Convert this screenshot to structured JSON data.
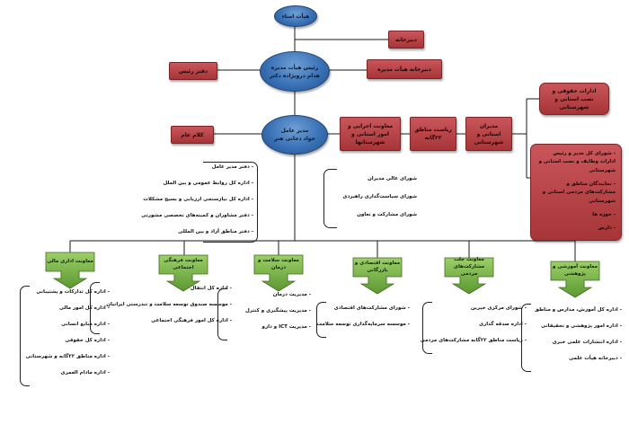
{
  "top": {
    "board_label": "هیأت امناء",
    "president_label": "رئیس هیأت مدیره",
    "president_name": "هدام درویژاده دکتر",
    "ceo_label": "مدیر عامل",
    "ceo_name": "جواد دجانی هنر"
  },
  "side_boxes": {
    "secretariat": "دبیرخانه",
    "board_secretariat": "دبیرخانه هیأت مدیره",
    "president_office": "دفتر رئیس",
    "ceo_office": "کلام عام",
    "exec_deputy": "معاونت اجرایی و امور استانی و شهرستانها",
    "sports_deputy": "ریاست مناطق ۲۲گانه",
    "provincial_admins": "مدیران استانی و شهرستانی",
    "top_right": "ادارات حقوقی و نصب استانی و شهرستانی",
    "large_right": [
      "- شورای کل مدیر و رئیس ادارات وظایف و نصب استانی و شهرستانی",
      "- نمایندگان مناطق و مشارکت‌های مردمی استانی و شهرستانی",
      "- حوزه ها",
      "- دارس"
    ]
  },
  "ceo_offices_list": [
    "- دفتر مدیر عامل",
    "- اداره کل روابط عمومی و بین الملل",
    "- اداره کل نیازسنجی ارزیابی و بسیج مشکلات",
    "- دفتر مشاوران و کمیته‌های تخصصی مشورتی",
    "- دفتر مناطق آزاد و بین المللی"
  ],
  "councils_list": [
    "شورای عالی مدیران",
    "شورای سیاست‌گذاری راهبردی",
    "شورای مشارکت و تعاون"
  ],
  "deputies": [
    {
      "title": "معاونت اداری مالی",
      "items": [
        "- اداره کل تدارکات و پشتیبانی",
        "- اداره کل امور مالی",
        "- اداره منابع انسانی",
        "- اداره کل حقوقی",
        "- اداره مناطق ۲۲گانه و شهرستانی",
        "- اداره مادام العمری"
      ]
    },
    {
      "title": "معاونت فرهنگی اجتماعی",
      "items": [
        "- اداره کل انتقال",
        "- موسسه صندوق توسعه سلامت و تندرستی ایرانیان",
        "- اداره کل امور فرهنگی اجتماعی"
      ]
    },
    {
      "title": "معاونت سلامت و درمان",
      "items": [
        "- مدیریت درمان",
        "- مدیریت پیشگیری و کنترل",
        "- مدیریت ICT و دارو"
      ]
    },
    {
      "title": "معاونت اقتصادی و بازرگانی",
      "items": [
        "- شورای مشارکت‌های اقتصادی",
        "- موسسه سرمایه‌گذاری توسعه سلامت"
      ]
    },
    {
      "title": "معاونت جلب مشارکت‌های مردمی",
      "items": [
        "- شورای مرکزی خیرین",
        "- اداره صدقه گذاری",
        "- ریاست مناطق ۲۲گانه مشارکت‌های مردمی"
      ]
    },
    {
      "title": "معاونت آموزشی و پژوهشی",
      "items": [
        "- اداره کل آموزش، مدارس و مناطق",
        "- اداره امور پژوهشی و تحقیقاتی",
        "- اداره انتشارات علمی خبری",
        "- دبیرخانه هیأت علمی"
      ]
    }
  ]
}
